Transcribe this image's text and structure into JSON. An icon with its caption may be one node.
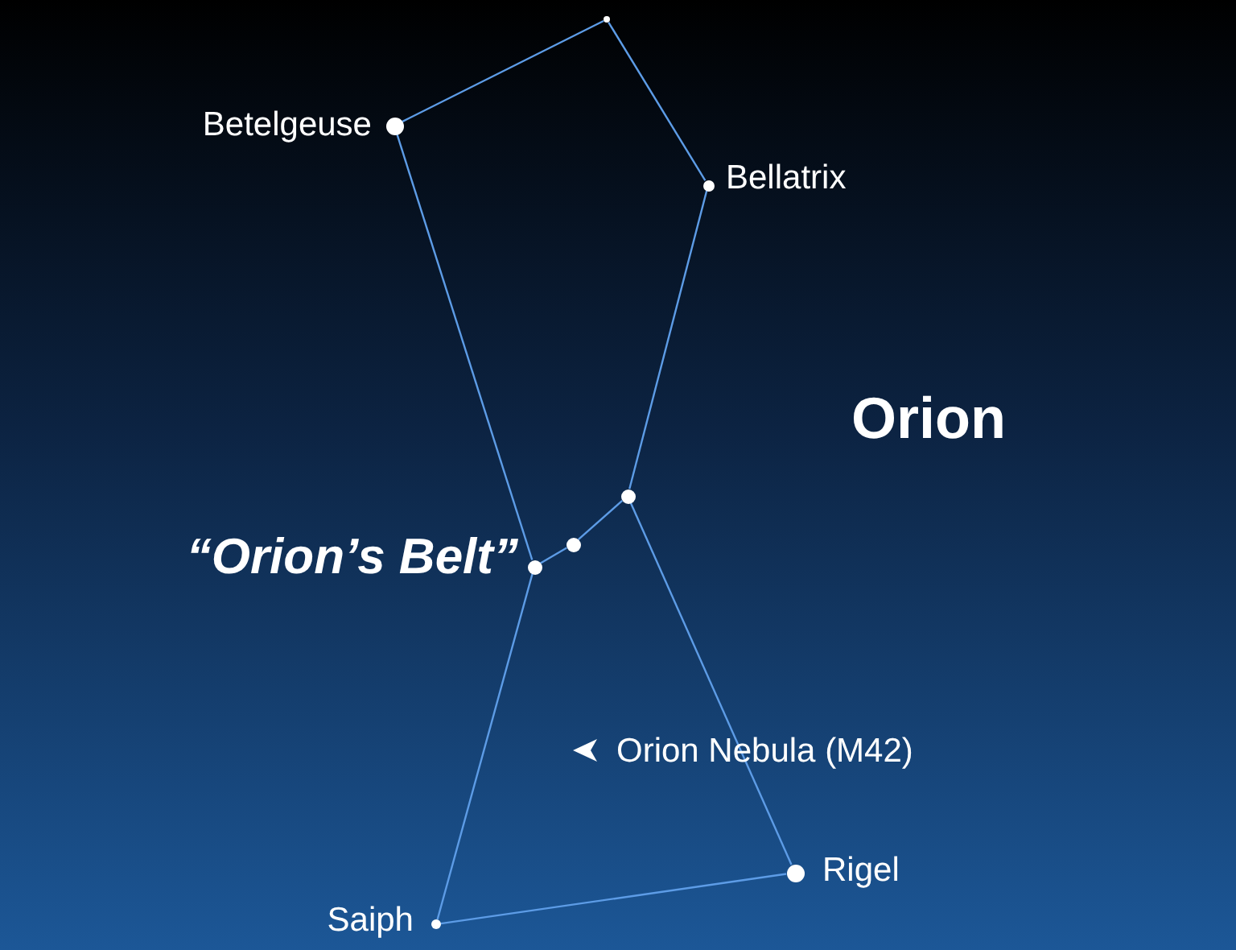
{
  "diagram": {
    "nodes": [
      {
        "text": [],
        "shape": "circle"
      },
      {
        "text": [],
        "shape": "circle",
        "beside": [
          "Betelgeuse"
        ]
      },
      {
        "text": [],
        "shape": "circle",
        "beside": [
          "Bellatrix"
        ]
      },
      {
        "text": [],
        "shape": "circle"
      },
      {
        "text": [],
        "shape": "circle"
      },
      {
        "text": [],
        "shape": "circle"
      },
      {
        "text": [],
        "shape": "circle",
        "beside": [
          "Rigel"
        ]
      },
      {
        "text": [],
        "shape": "circle",
        "beside": [
          "Saiph"
        ]
      }
    ],
    "edges": [
      {
        "from": 0,
        "to": 1,
        "arrow": "none"
      },
      {
        "from": 0,
        "to": 2,
        "arrow": "none"
      },
      {
        "from": 1,
        "to": 5,
        "arrow": "none"
      },
      {
        "from": 2,
        "to": 3,
        "arrow": "none"
      },
      {
        "from": 3,
        "to": 4,
        "arrow": "none"
      },
      {
        "from": 4,
        "to": 5,
        "arrow": "none"
      },
      {
        "from": 3,
        "to": 6,
        "arrow": "none"
      },
      {
        "from": 6,
        "to": 7,
        "arrow": "none"
      },
      {
        "from": 5,
        "to": 7,
        "arrow": "none"
      }
    ],
    "labels": [
      "Orion",
      "“Orion’s Belt”",
      "Orion Nebula (M42)"
    ]
  }
}
